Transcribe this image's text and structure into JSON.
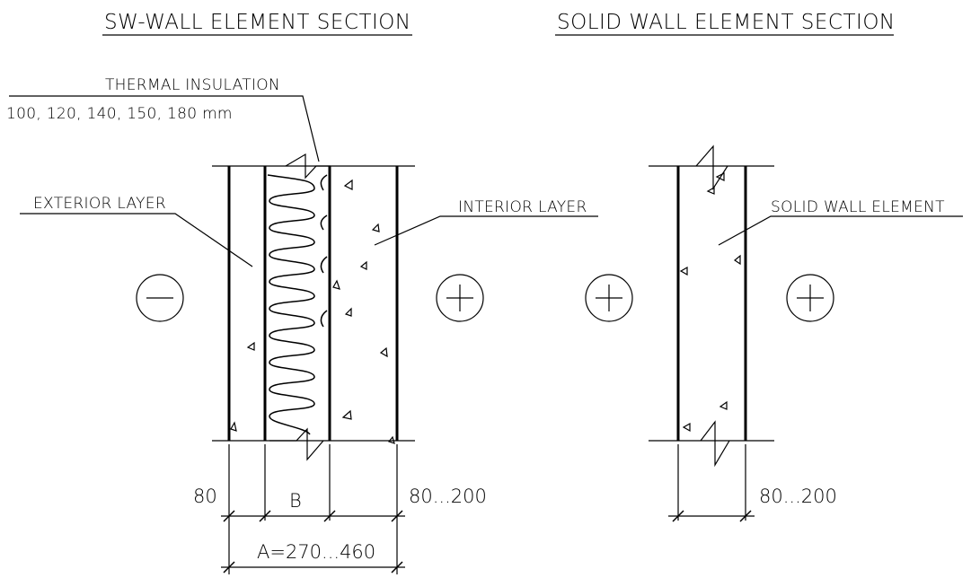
{
  "titles": {
    "left": "SW-WALL ELEMENT SECTION",
    "right": "SOLID WALL ELEMENT SECTION"
  },
  "labels": {
    "thermal_insulation": "THERMAL INSULATION",
    "insulation_sizes": "100, 120, 140, 150, 180 mm",
    "exterior_layer": "EXTERIOR LAYER",
    "interior_layer": "INTERIOR LAYER",
    "solid_wall_element": "SOLID WALL ELEMENT"
  },
  "dimensions": {
    "exterior": "80",
    "insulation": "B",
    "interior": "80...200",
    "total": "A=270...460",
    "solid": "80...200"
  },
  "signs": {
    "exterior": "−",
    "interior": "+",
    "solid_left": "+",
    "solid_right": "+"
  }
}
